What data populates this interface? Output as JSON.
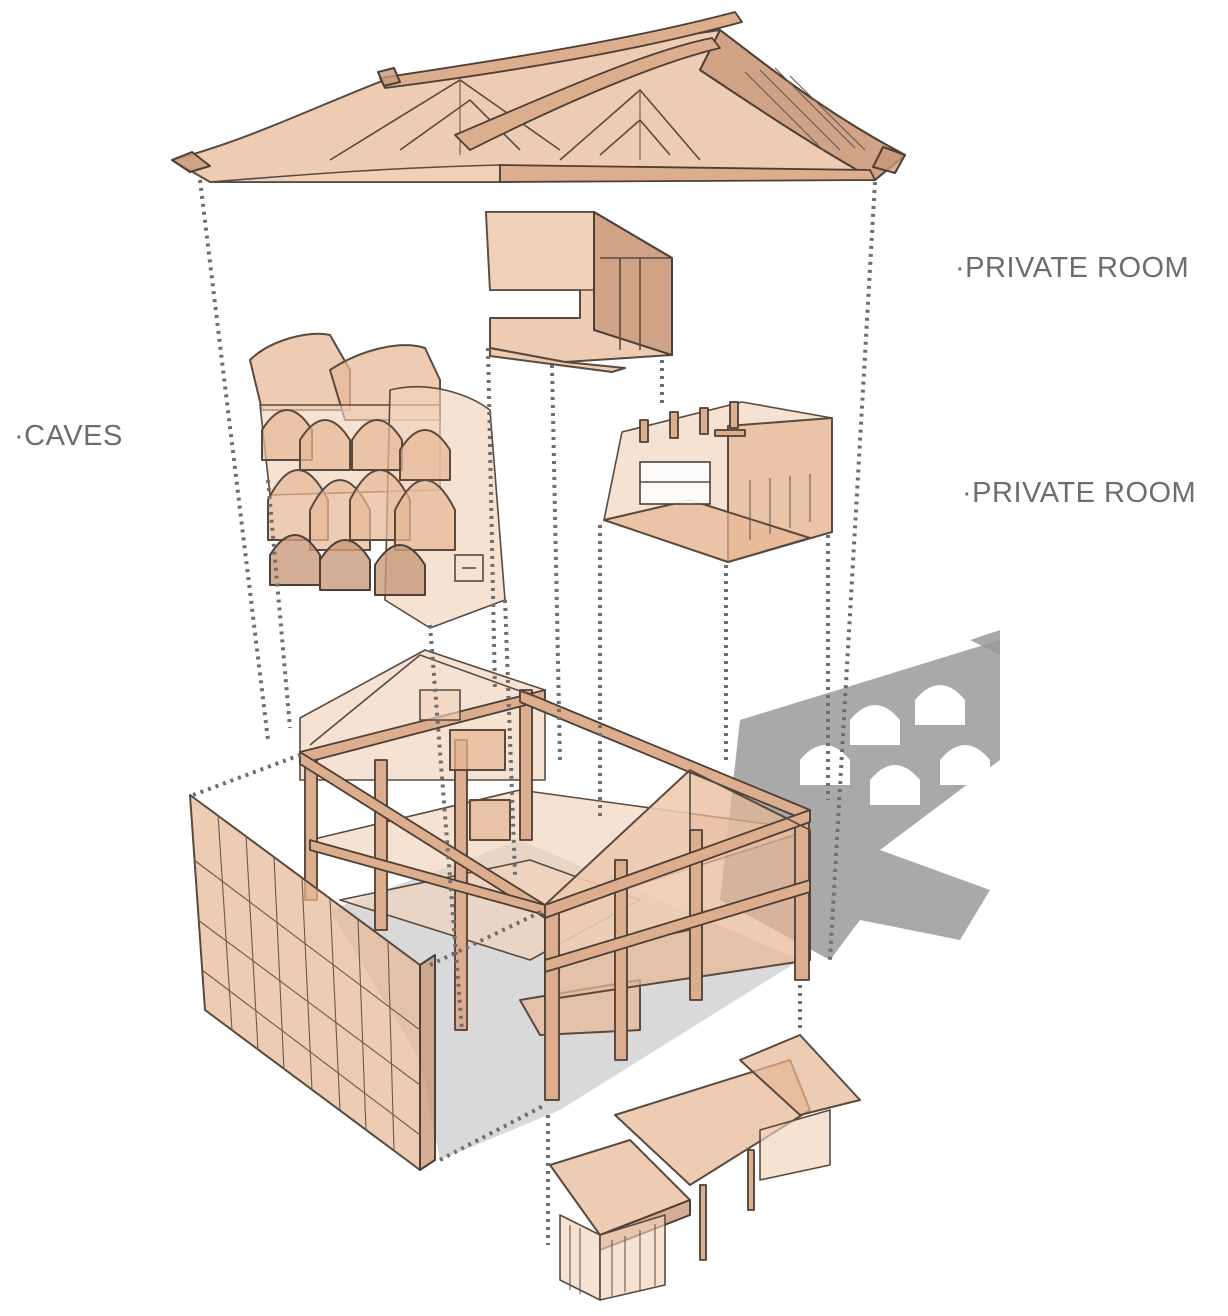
{
  "labels": {
    "private_room_top": "·PRIVATE ROOM",
    "private_room_mid": "·PRIVATE ROOM",
    "caves": "·CAVES"
  },
  "colors": {
    "wood": "#e6b896",
    "wood_outline": "#5a4a3e",
    "leader_lines": "#6e6e6e",
    "shadow": "#9a9a9a",
    "label_text": "#6d6d6d",
    "background": "#ffffff"
  }
}
